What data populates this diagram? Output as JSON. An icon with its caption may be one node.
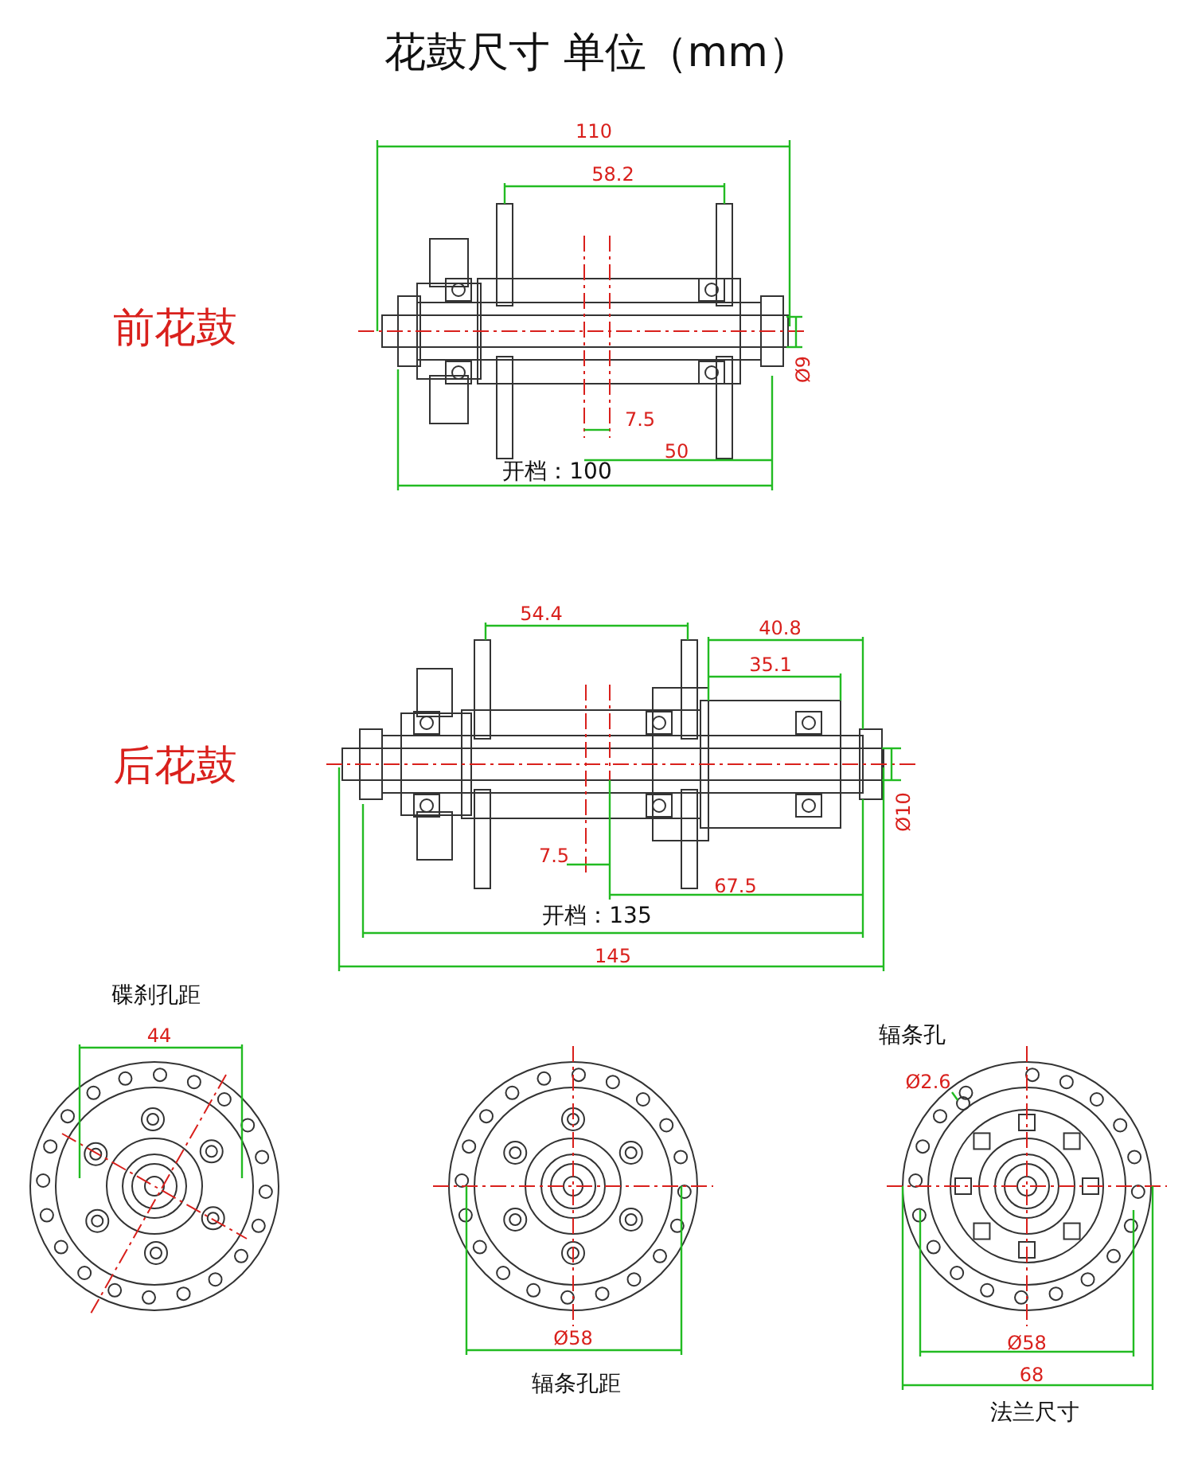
{
  "diagram": {
    "title": "花鼓尺寸 单位（mm）",
    "nodes": [
      {
        "text": [
          "Ø2.6"
        ]
      },
      {
        "text": [],
        "shape": "circle"
      }
    ],
    "edges": [
      {
        "from": 0,
        "to": 1,
        "arrow": "none"
      }
    ],
    "labels": [
      "110",
      "58.2",
      "前花鼓",
      "Ø9",
      "7.5",
      "50",
      "开档：100",
      "54.4",
      "40.8",
      "35.1",
      "后花鼓",
      "Ø10",
      "7.5",
      "67.5",
      "开档：135",
      "145",
      "碟刹孔距",
      "辐条孔",
      "44",
      "Ø58",
      "辐条孔距",
      "Ø58",
      "68",
      "法兰尺寸"
    ]
  }
}
